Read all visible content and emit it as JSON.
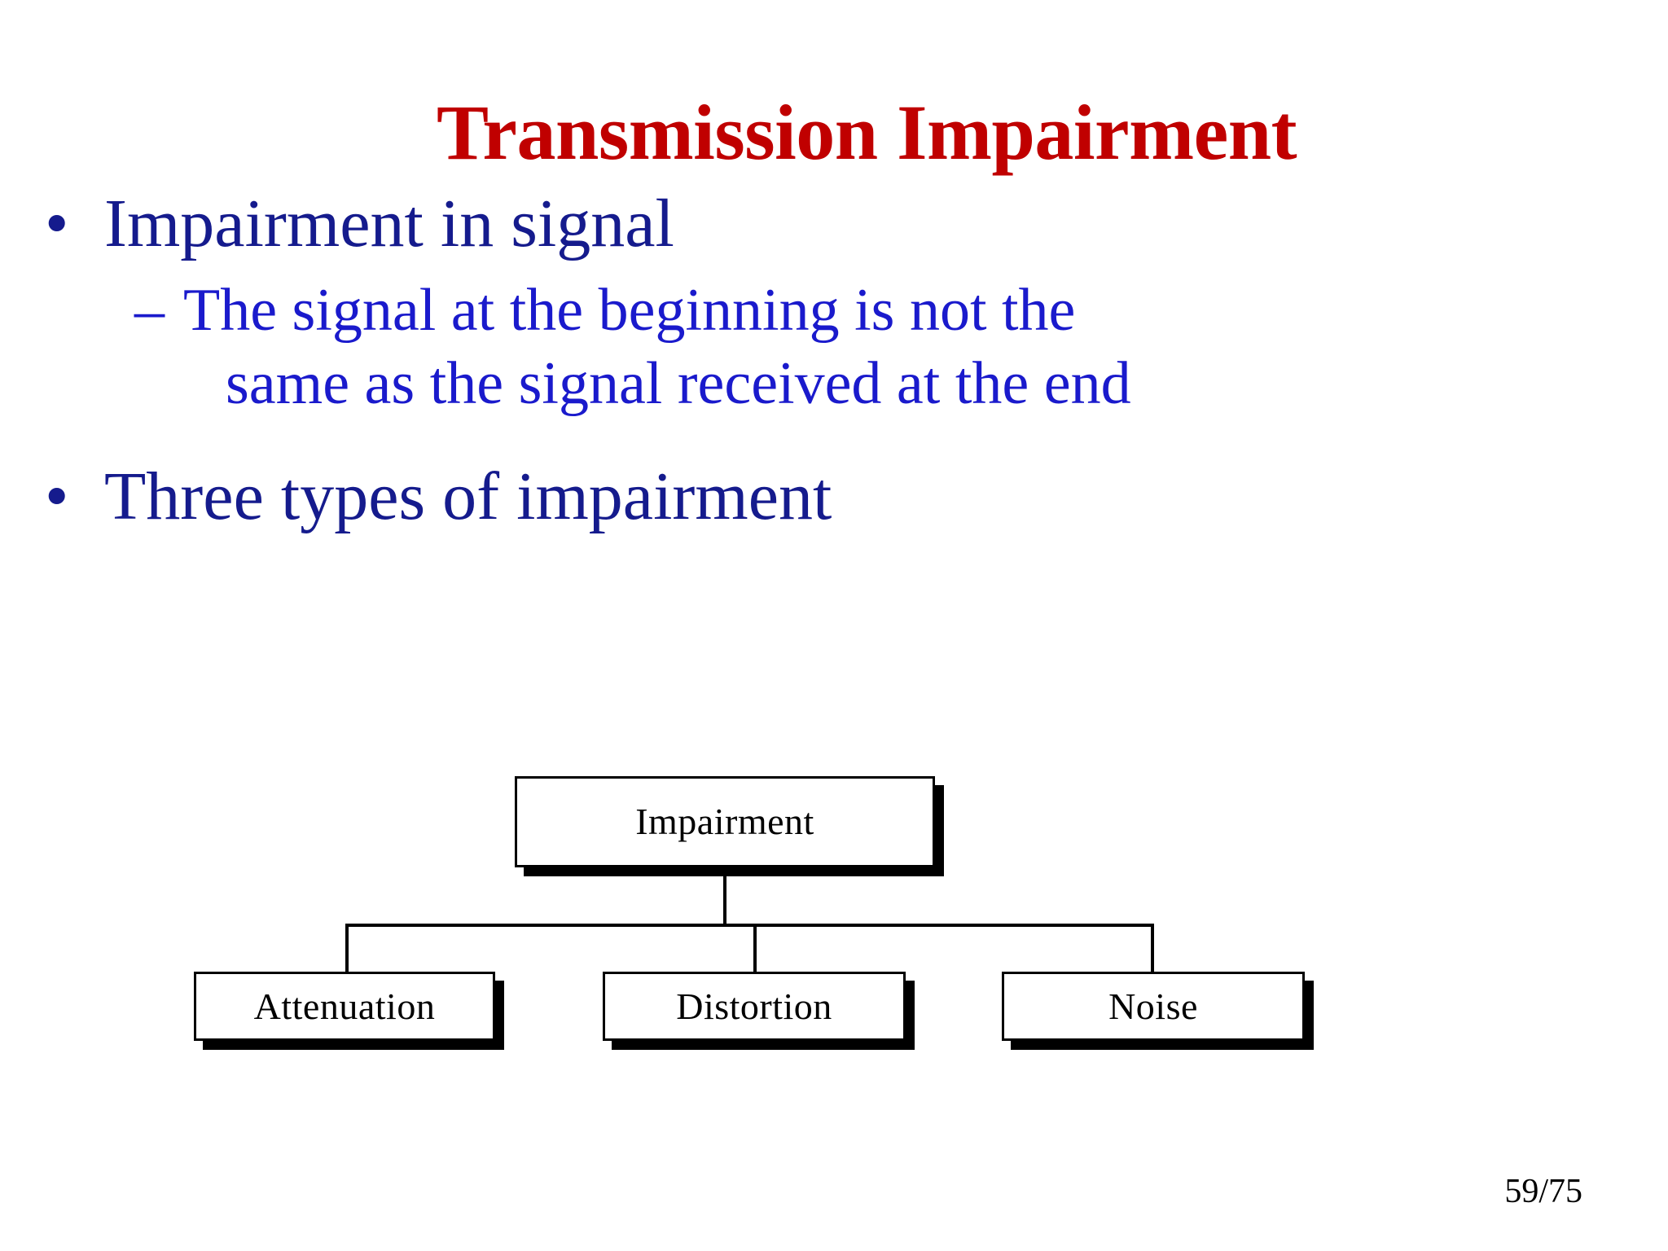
{
  "slide": {
    "title": "Transmission Impairment",
    "title_color": "#C00000",
    "background_color": "#FFFFFF",
    "page_number": "59/75"
  },
  "content": {
    "bullets": [
      {
        "level": 1,
        "marker": "•",
        "text": "Impairment in signal",
        "color": "#151B8D"
      },
      {
        "level": 2,
        "marker": "–",
        "text": "The signal at the beginning is not the same as the signal received at the end",
        "line1": "The signal at the beginning is not the",
        "line2": "same as the signal received at the end",
        "color": "#1A1ACC"
      },
      {
        "level": 1,
        "marker": "•",
        "text": "Three types of impairment",
        "color": "#151B8D"
      }
    ]
  },
  "diagram": {
    "type": "org-chart",
    "root": {
      "label": "Impairment"
    },
    "children": [
      {
        "label": "Attenuation"
      },
      {
        "label": "Distortion"
      },
      {
        "label": "Noise"
      }
    ],
    "box_fill": "#FFFFFF",
    "box_border": "#000000",
    "shadow_color": "#000000",
    "connector_color": "#000000"
  }
}
